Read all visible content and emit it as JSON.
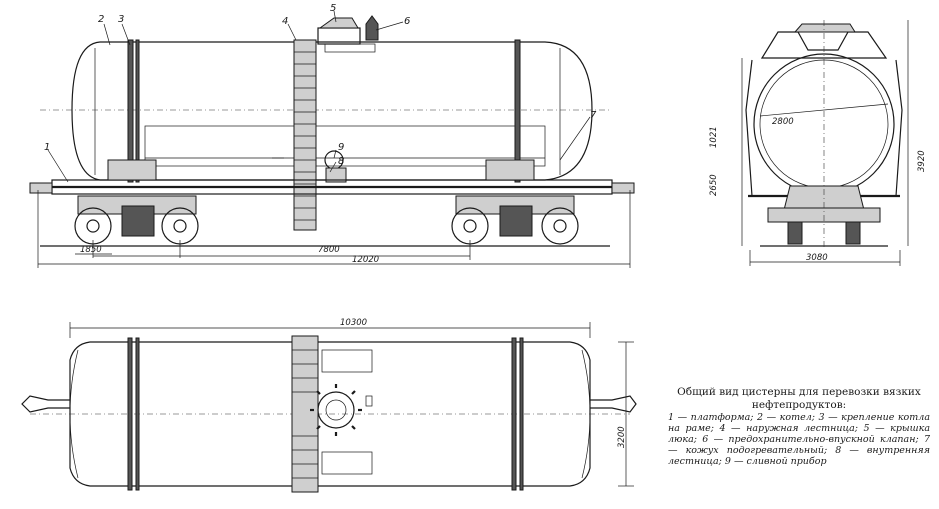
{
  "side_view": {
    "callouts": [
      "1",
      "2",
      "3",
      "4",
      "5",
      "6",
      "7",
      "8",
      "9"
    ],
    "dims": {
      "wheelbase": "1850",
      "bogie_base": "7800",
      "length": "12020"
    }
  },
  "end_view": {
    "dims": {
      "diameter": "2800",
      "upper": "1021",
      "axle_height": "2650",
      "height": "3920",
      "width": "3080"
    }
  },
  "top_view": {
    "dims": {
      "length": "10300",
      "width": "3200"
    }
  },
  "caption": {
    "title": "Общий вид цистерны для перевозки вязких нефтепродуктов:",
    "legend": "1 — платформа; 2 — котел; 3 — крепление котла на раме; 4 — наружная лестница; 5 — крышка люка; 6 — предохранительно-впускной клапан; 7 — кожух подогревательный; 8 — внутренняя лестница; 9 — сливной прибор"
  }
}
